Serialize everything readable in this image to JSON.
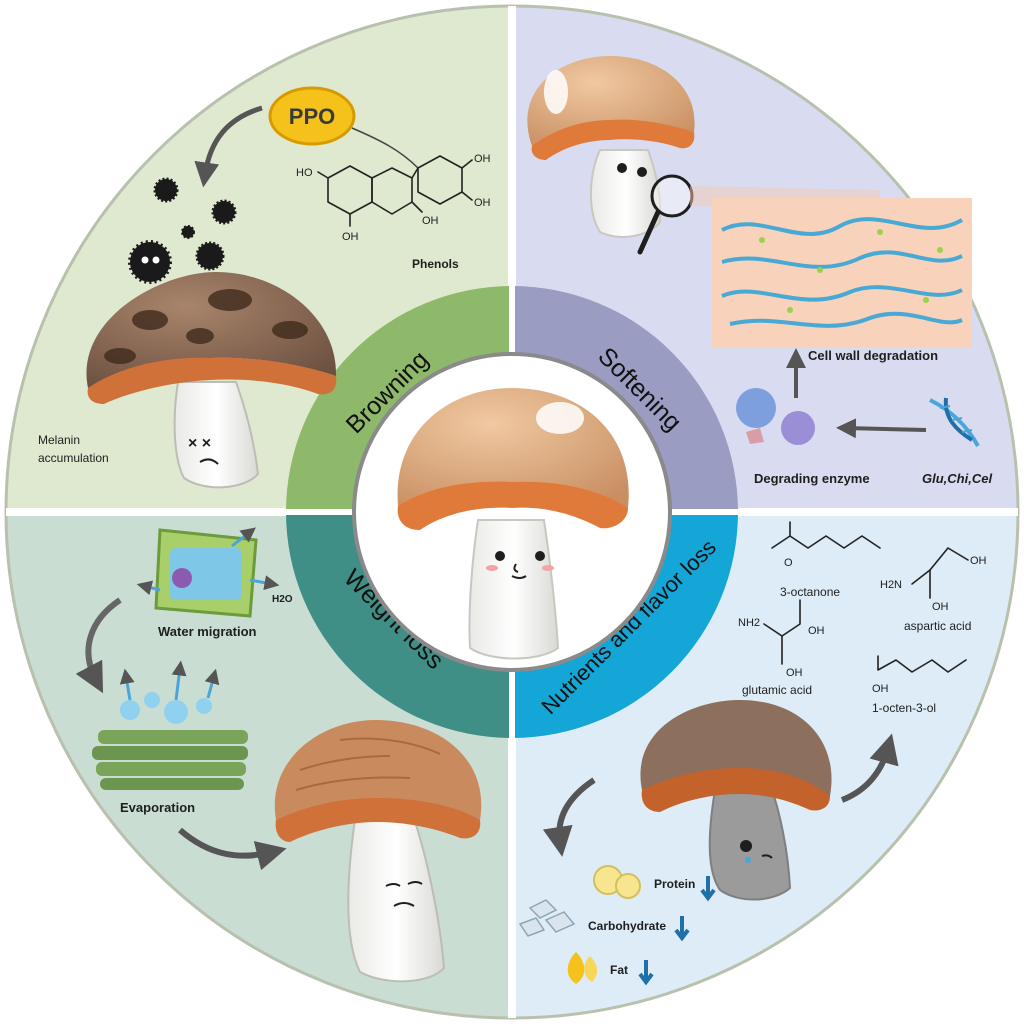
{
  "colors": {
    "browning_bg": "#dfe9cf",
    "softening_bg": "#d9dcf1",
    "weight_bg": "#c9ddd3",
    "nutrients_bg": "#ddecf6",
    "browning_ring": "#8eb86a",
    "softening_ring": "#9a9cc2",
    "weight_ring": "#3f8f86",
    "nutrients_ring": "#13a6d6",
    "cap_orange": "#e07a3a",
    "enzyme_ppo": "#f4c21a"
  },
  "ring_labels": {
    "browning": "Browning",
    "softening": "Softening",
    "weight_loss": "Weight loss",
    "nutrients": "Nutrients and flavor loss"
  },
  "browning": {
    "enzyme": "PPO",
    "substrate": "Phenols",
    "result_line1": "Melanin",
    "result_line2": "accumulation",
    "chem_oh": "OH",
    "chem_ho": "HO"
  },
  "softening": {
    "cell_wall": "Cell wall degradation",
    "enzyme": "Degrading enzyme",
    "genes": "Glu,Chi,Cel"
  },
  "weight_loss": {
    "water_migration": "Water migration",
    "h2o": "H2O",
    "evaporation": "Evaporation"
  },
  "nutrients": {
    "compounds": [
      "3-octanone",
      "aspartic acid",
      "glutamic acid",
      "1-octen-3-ol"
    ],
    "chem_oh": "OH",
    "chem_h2n": "H2N",
    "chem_nh2": "NH2",
    "chem_o": "O",
    "protein": "Protein",
    "carbohydrate": "Carbohydrate",
    "fat": "Fat"
  },
  "icons": [
    "ppo-badge",
    "phenol-structure",
    "magnifier-icon",
    "dna-icon",
    "enzyme-blobs",
    "plant-cell-icon",
    "water-droplets",
    "down-arrow-icon",
    "curved-arrow"
  ]
}
